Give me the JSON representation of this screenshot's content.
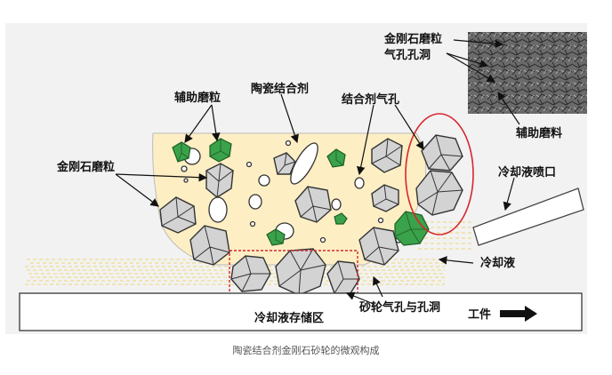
{
  "labels": {
    "diamond_grain_micro": "金刚石磨粒",
    "pores_micro": "气孔孔洞",
    "aux_grain": "辅助磨粒",
    "ceramic_binder": "陶瓷结合剂",
    "binder_pore": "结合剂气孔",
    "diamond_grain": "金刚石磨粒",
    "aux_material": "辅助磨料",
    "coolant_nozzle": "冷却液喷口",
    "coolant": "冷却液",
    "coolant_storage": "冷却液存储区",
    "wheel_pores_holes": "砂轮气孔与孔洞",
    "workpiece": "工件"
  },
  "caption": "陶瓷结合剂金刚石砂轮的微观构成",
  "colors": {
    "binder": "#fdeec4",
    "grain": "#d3d3d3",
    "aux_grain": "#3aa24a",
    "highlight_ellipse": "#d7262e",
    "storage_box": "#d7262e",
    "coolant_dash": "#f0dc8c",
    "workpiece_fill": "#ffffff"
  }
}
